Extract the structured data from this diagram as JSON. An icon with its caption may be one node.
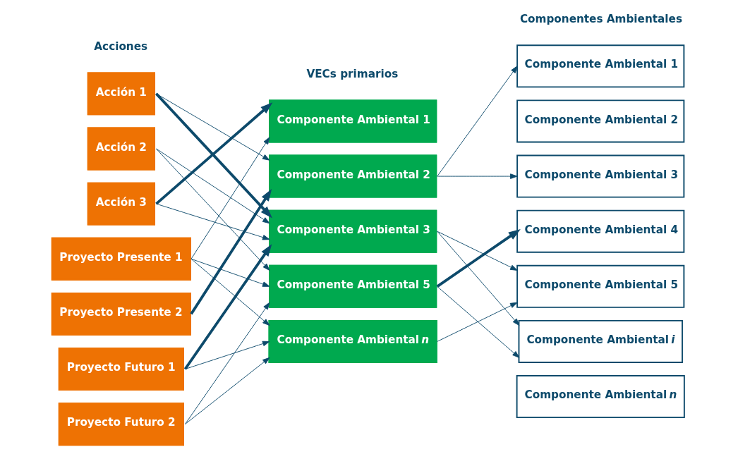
{
  "diagram": {
    "nodes": [
      {
        "text": [
          "Acción 1"
        ]
      },
      {
        "text": [
          "Acción 2"
        ]
      },
      {
        "text": [
          "Acción 3"
        ]
      },
      {
        "text": [
          "Proyecto Presente 1"
        ]
      },
      {
        "text": [
          "Proyecto Presente 2"
        ]
      },
      {
        "text": [
          "Proyecto Futuro 1"
        ]
      },
      {
        "text": [
          "Proyecto Futuro 2"
        ]
      },
      {
        "text": [
          "Componente Ambiental 1"
        ]
      },
      {
        "text": [
          "Componente Ambiental 2"
        ]
      },
      {
        "text": [
          "Componente Ambiental 3"
        ]
      },
      {
        "text": [
          "Componente Ambiental 5"
        ]
      },
      {
        "text": [
          "Componente Ambiental *n*"
        ]
      },
      {
        "text": [
          "Componente Ambiental 1"
        ]
      },
      {
        "text": [
          "Componente Ambiental 2"
        ]
      },
      {
        "text": [
          "Componente Ambiental 3"
        ]
      },
      {
        "text": [
          "Componente Ambiental 4"
        ]
      },
      {
        "text": [
          "Componente Ambiental 5"
        ]
      },
      {
        "text": [
          "Componente Ambiental *i*"
        ]
      },
      {
        "text": [
          "Componente Ambiental *n*"
        ]
      }
    ],
    "edges": [
      {
        "from": 0,
        "to": 8,
        "arrow": "to"
      },
      {
        "from": 0,
        "to": 9,
        "arrow": "to",
        "style": "thick"
      },
      {
        "from": 1,
        "to": 9,
        "arrow": "to"
      },
      {
        "from": 1,
        "to": 10,
        "arrow": "to"
      },
      {
        "from": 2,
        "to": 7,
        "arrow": "to",
        "style": "thick"
      },
      {
        "from": 2,
        "to": 9,
        "arrow": "to"
      },
      {
        "from": 3,
        "to": 7,
        "arrow": "to"
      },
      {
        "from": 3,
        "to": 10,
        "arrow": "to"
      },
      {
        "from": 3,
        "to": 11,
        "arrow": "to"
      },
      {
        "from": 4,
        "to": 8,
        "arrow": "to",
        "style": "thick"
      },
      {
        "from": 5,
        "to": 9,
        "arrow": "to",
        "style": "thick"
      },
      {
        "from": 5,
        "to": 11,
        "arrow": "to"
      },
      {
        "from": 6,
        "to": 10,
        "arrow": "to"
      },
      {
        "from": 6,
        "to": 11,
        "arrow": "to"
      },
      {
        "from": 8,
        "to": 12,
        "arrow": "to"
      },
      {
        "from": 8,
        "to": 14,
        "arrow": "to"
      },
      {
        "from": 9,
        "to": 16,
        "arrow": "to"
      },
      {
        "from": 9,
        "to": 17,
        "arrow": "to"
      },
      {
        "from": 10,
        "to": 15,
        "arrow": "to",
        "style": "thick"
      },
      {
        "from": 10,
        "to": 17,
        "arrow": "to"
      },
      {
        "from": 11,
        "to": 16,
        "arrow": "to"
      }
    ],
    "labels": [
      "Acciones",
      "VECs primarios",
      "Componentes Ambientales"
    ]
  }
}
